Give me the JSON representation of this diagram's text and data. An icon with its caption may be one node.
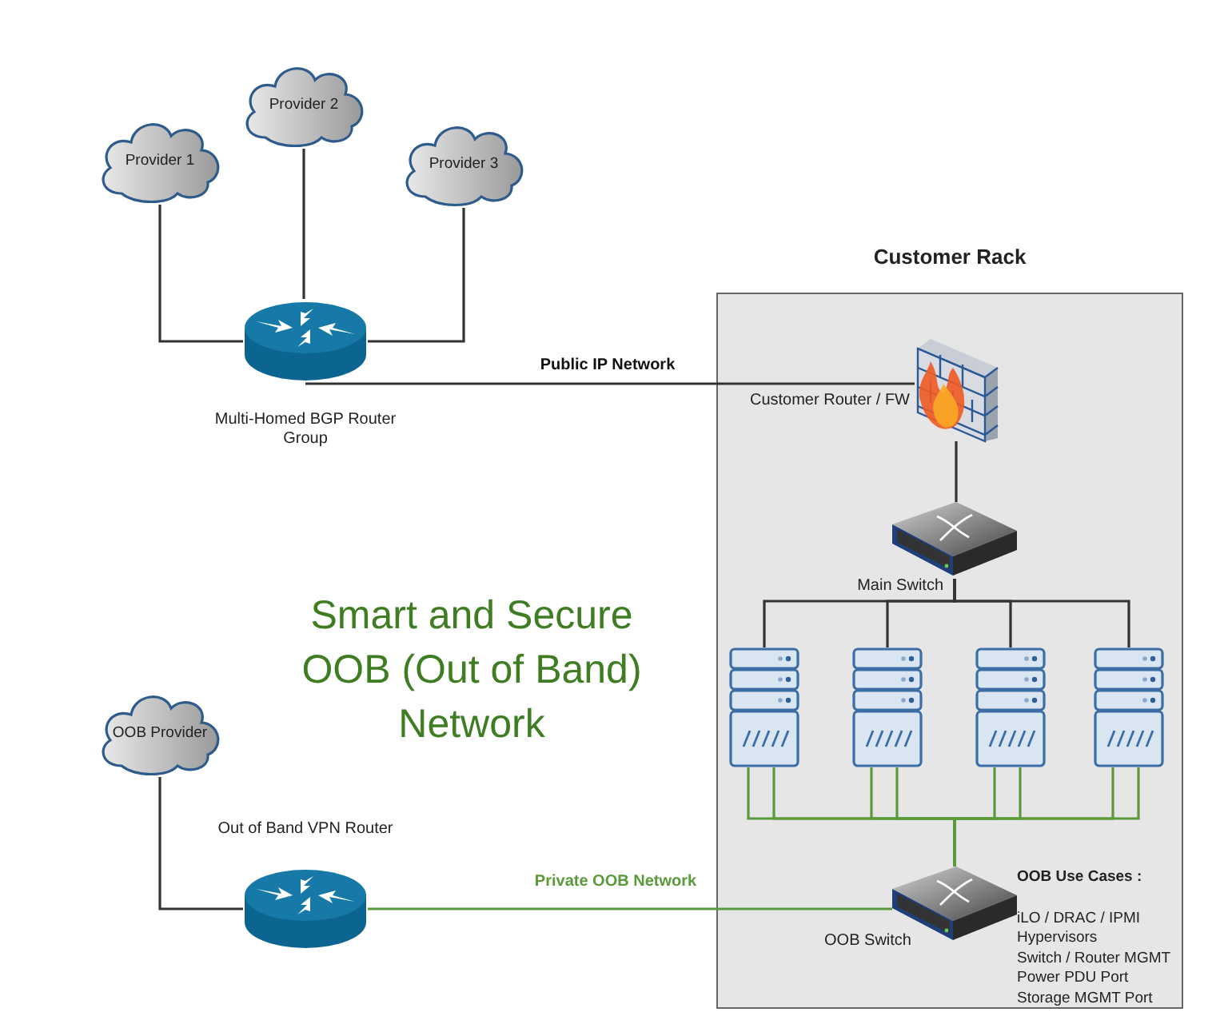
{
  "diagram": {
    "title": "Smart and Secure OOB (Out of Band) Network",
    "nodes": [
      {
        "text": [
          "Customer Rack"
        ]
      },
      {
        "text": [
          "Provider 1"
        ]
      },
      {
        "text": [
          "Provider 2"
        ]
      },
      {
        "text": [
          "Provider 3"
        ]
      },
      {
        "text": [
          "Multi-Homed BGP Router Group"
        ]
      },
      {
        "text": [
          "Customer Router / FW"
        ],
        "in": 0
      },
      {
        "text": [
          "Main Switch"
        ],
        "in": 0
      },
      {
        "text": [],
        "shape": "server",
        "in": 0
      },
      {
        "text": [],
        "shape": "server",
        "in": 0
      },
      {
        "text": [],
        "shape": "server",
        "in": 0
      },
      {
        "text": [],
        "shape": "server",
        "in": 0
      },
      {
        "text": [
          "OOB Switch"
        ],
        "in": 0
      },
      {
        "text": [
          "OOB Provider"
        ]
      },
      {
        "text": [
          "Out of Band VPN Router"
        ]
      }
    ],
    "edges": [
      {
        "from": 1,
        "to": 4,
        "arrow": "none"
      },
      {
        "from": 2,
        "to": 4,
        "arrow": "none"
      },
      {
        "from": 3,
        "to": 4,
        "arrow": "none"
      },
      {
        "from": 4,
        "to": 5,
        "arrow": "none",
        "label": "Public IP Network"
      },
      {
        "from": 5,
        "to": 6,
        "arrow": "none"
      },
      {
        "from": 6,
        "to": 7,
        "arrow": "none"
      },
      {
        "from": 6,
        "to": 8,
        "arrow": "none"
      },
      {
        "from": 6,
        "to": 9,
        "arrow": "none"
      },
      {
        "from": 6,
        "to": 10,
        "arrow": "none"
      },
      {
        "from": 7,
        "to": 11,
        "arrow": "none",
        "color": "#5a9a3a"
      },
      {
        "from": 7,
        "to": 11,
        "arrow": "none",
        "color": "#5a9a3a"
      },
      {
        "from": 8,
        "to": 11,
        "arrow": "none",
        "color": "#5a9a3a"
      },
      {
        "from": 8,
        "to": 11,
        "arrow": "none",
        "color": "#5a9a3a"
      },
      {
        "from": 9,
        "to": 11,
        "arrow": "none",
        "color": "#5a9a3a"
      },
      {
        "from": 9,
        "to": 11,
        "arrow": "none",
        "color": "#5a9a3a"
      },
      {
        "from": 10,
        "to": 11,
        "arrow": "none",
        "color": "#5a9a3a"
      },
      {
        "from": 10,
        "to": 11,
        "arrow": "none",
        "color": "#5a9a3a"
      },
      {
        "from": 12,
        "to": 13,
        "arrow": "none"
      },
      {
        "from": 13,
        "to": 11,
        "arrow": "none",
        "label": "Private OOB Network",
        "color": "#5a9a3a"
      }
    ],
    "labels": [
      "OOB Use Cases :",
      "iLO / DRAC / IPMI",
      "Hypervisors",
      "Switch / Router MGMT",
      "Power PDU Port",
      "Storage MGMT Port"
    ]
  }
}
